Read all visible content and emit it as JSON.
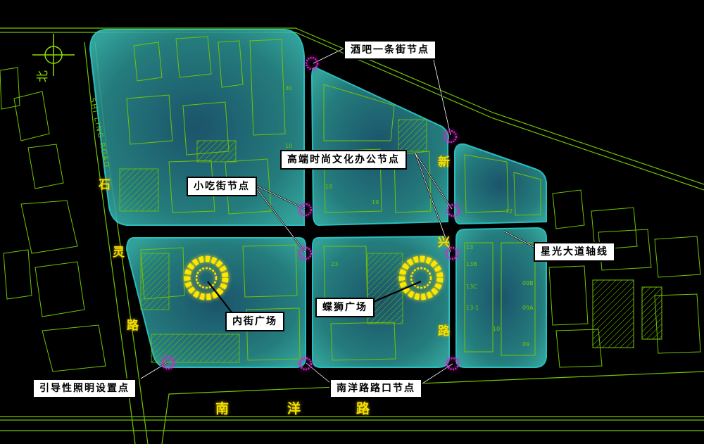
{
  "roads": {
    "shiling": [
      "石",
      "灵",
      "路"
    ],
    "xinxing": [
      "新",
      "兴",
      "路"
    ],
    "nanyang": [
      "南",
      "洋",
      "路"
    ],
    "shiling_english": "SHI LING ROAD"
  },
  "compass": {
    "north_label": "北"
  },
  "callouts": {
    "bar_street_node": "酒吧一条街节点",
    "office_node": "高端时尚文化办公节点",
    "snack_street_node": "小吃街节点",
    "axis_line": "星光大道轴线",
    "inner_plaza": "内街广场",
    "lion_plaza": "蝶狮广场",
    "nanyang_junction": "南洋路路口节点",
    "guide_lighting": "引导性照明设置点"
  },
  "block_numbers": [
    "30",
    "10",
    "18",
    "19",
    "23",
    "12",
    "13",
    "13B",
    "13C",
    "13-1",
    "10",
    "09B",
    "09A",
    "09"
  ],
  "colors": {
    "block_fill": "#2a8e8e",
    "block_glow": "#2fd8d8",
    "line_green": "#73c400",
    "axis_red": "#ff2a10",
    "node_magenta": "#d020c8",
    "plaza_yellow": "#ffe600",
    "road_text": "#f4e000"
  }
}
